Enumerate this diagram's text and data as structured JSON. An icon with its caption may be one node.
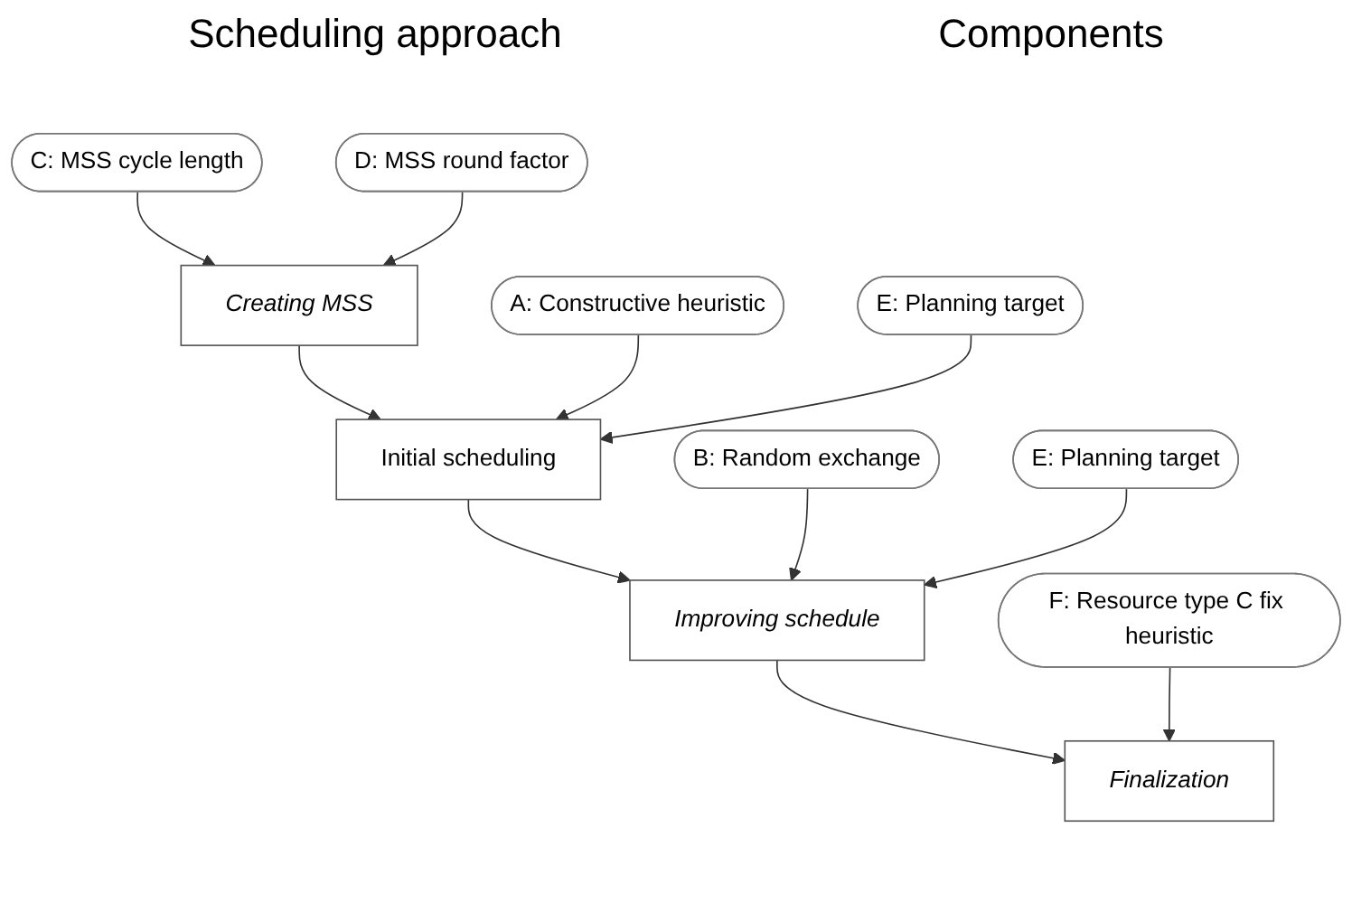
{
  "diagram": {
    "nodes": [
      {
        "text": [
          "Creating MSS"
        ]
      },
      {
        "text": [
          "C: MSS cycle length"
        ]
      },
      {
        "text": [
          "D: MSS round factor"
        ]
      },
      {
        "text": [
          "Initial scheduling"
        ]
      },
      {
        "text": [
          "A: Constructive heuristic"
        ]
      },
      {
        "text": [
          "E: Planning target"
        ]
      },
      {
        "text": [
          "Improving schedule"
        ]
      },
      {
        "text": [
          "B: Random exchange"
        ]
      },
      {
        "text": [
          "E: Planning target"
        ]
      },
      {
        "text": [
          "Finalization"
        ]
      },
      {
        "text": [
          "F: Resource type C fix heuristic"
        ]
      }
    ],
    "edges": [
      {
        "from": 0,
        "to": 3,
        "arrow": "to"
      },
      {
        "from": 3,
        "to": 6,
        "arrow": "to"
      },
      {
        "from": 6,
        "to": 9,
        "arrow": "to"
      },
      {
        "from": 1,
        "to": 0,
        "arrow": "to"
      },
      {
        "from": 2,
        "to": 0,
        "arrow": "to"
      },
      {
        "from": 4,
        "to": 3,
        "arrow": "to"
      },
      {
        "from": 5,
        "to": 3,
        "arrow": "to"
      },
      {
        "from": 7,
        "to": 6,
        "arrow": "to"
      },
      {
        "from": 8,
        "to": 6,
        "arrow": "to"
      },
      {
        "from": 10,
        "to": 9,
        "arrow": "to"
      }
    ],
    "labels": [
      "Scheduling approach",
      "Components"
    ]
  }
}
